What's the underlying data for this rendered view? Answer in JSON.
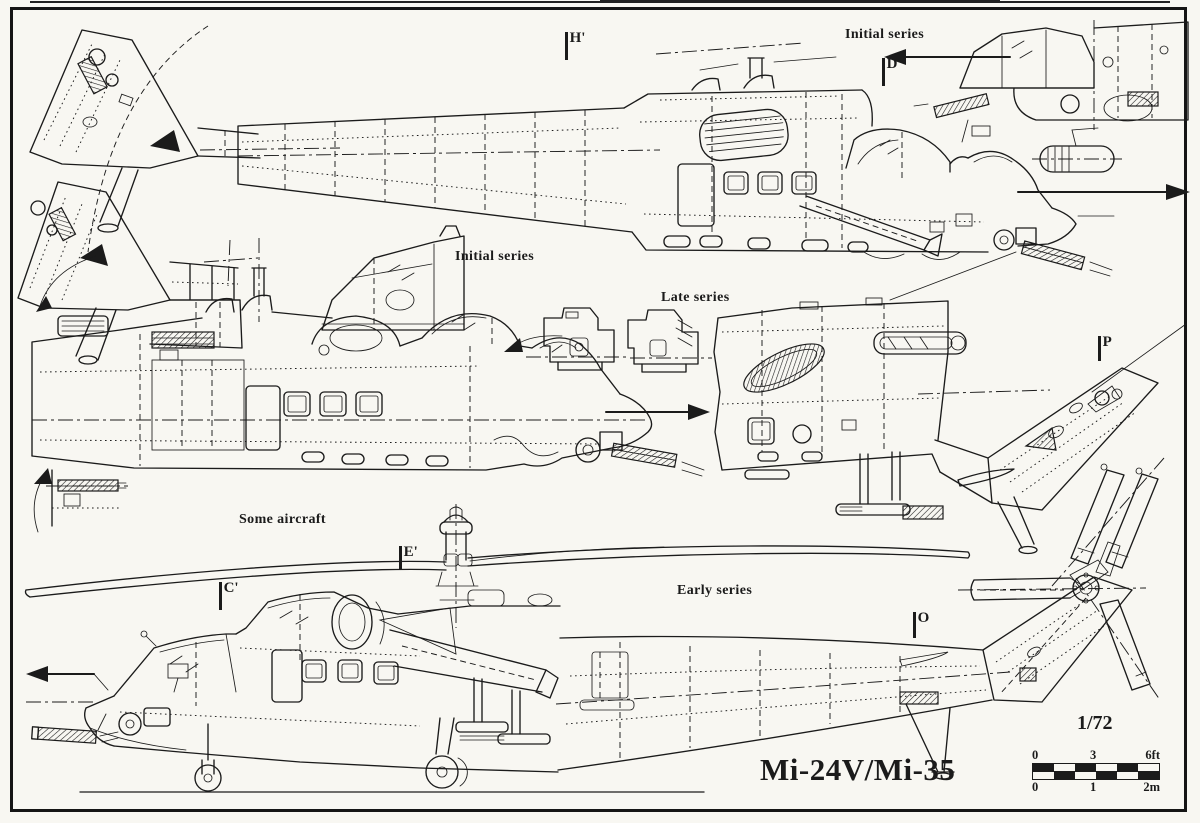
{
  "colors": {
    "ink": "#1b1b1b",
    "paper": "#f8f7f2"
  },
  "title": {
    "label": "Mi-24V/Mi-35",
    "scale_note": "1/72"
  },
  "annotations": {
    "initial_series_top": "Initial series",
    "initial_series_mid": "Initial series",
    "late_series": "Late series",
    "some_aircraft": "Some aircraft",
    "early_series": "Early series"
  },
  "section_markers": [
    {
      "id": "H",
      "label": "H'"
    },
    {
      "id": "D",
      "label": "D'"
    },
    {
      "id": "P",
      "label": "P"
    },
    {
      "id": "E",
      "label": "E'"
    },
    {
      "id": "C",
      "label": "C'"
    },
    {
      "id": "O",
      "label": "O"
    }
  ],
  "scale_bar": {
    "feet_ticks": [
      "0",
      "3",
      "6ft"
    ],
    "meters_ticks": [
      "0",
      "1",
      "2m"
    ]
  }
}
